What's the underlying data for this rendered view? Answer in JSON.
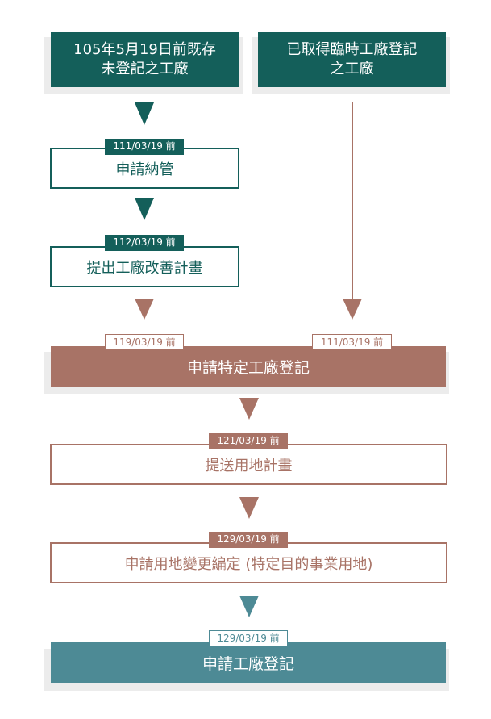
{
  "nodes": {
    "existing_factory": "105年5月19日前既存\n未登記之工廠",
    "temp_registered": "已取得臨時工廠登記\n之工廠",
    "apply_management": "申請納管",
    "improvement_plan": "提出工廠改善計畫",
    "special_registration": "申請特定工廠登記",
    "land_use_plan": "提送用地計畫",
    "land_use_change": "申請用地變更編定 (特定目的事業用地)",
    "factory_registration": "申請工廠登記"
  },
  "deadlines": {
    "apply_management": "111/03/19 前",
    "improvement_plan": "112/03/19 前",
    "special_left": "119/03/19 前",
    "special_right": "111/03/19 前",
    "land_use_plan": "121/03/19 前",
    "land_use_change": "129/03/19 前",
    "factory_registration": "129/03/19 前"
  },
  "colors": {
    "dark_green": "#145f5a",
    "brown": "#a87366",
    "teal": "#4d8a95",
    "shadow": "#ececec"
  }
}
